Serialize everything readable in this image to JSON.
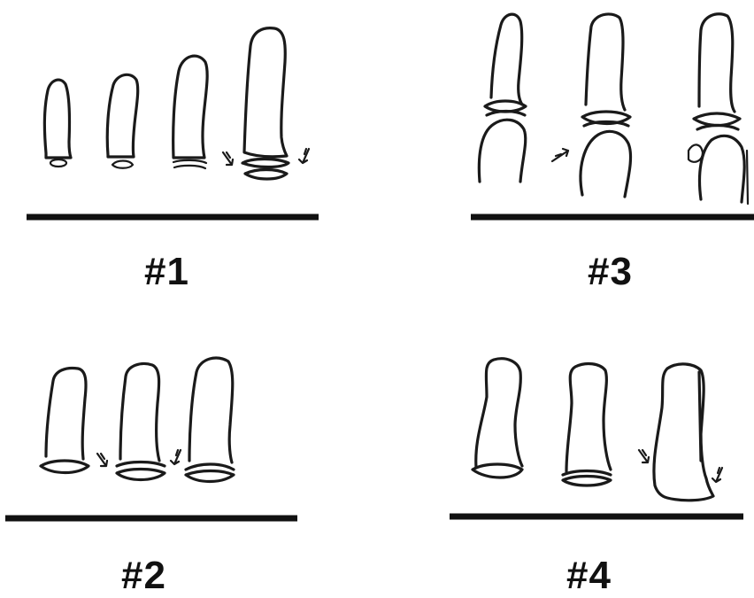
{
  "panels": [
    {
      "id": "panel-1",
      "label": "#1"
    },
    {
      "id": "panel-2",
      "label": "#2"
    },
    {
      "id": "panel-3",
      "label": "#3"
    },
    {
      "id": "panel-4",
      "label": "#4"
    }
  ]
}
